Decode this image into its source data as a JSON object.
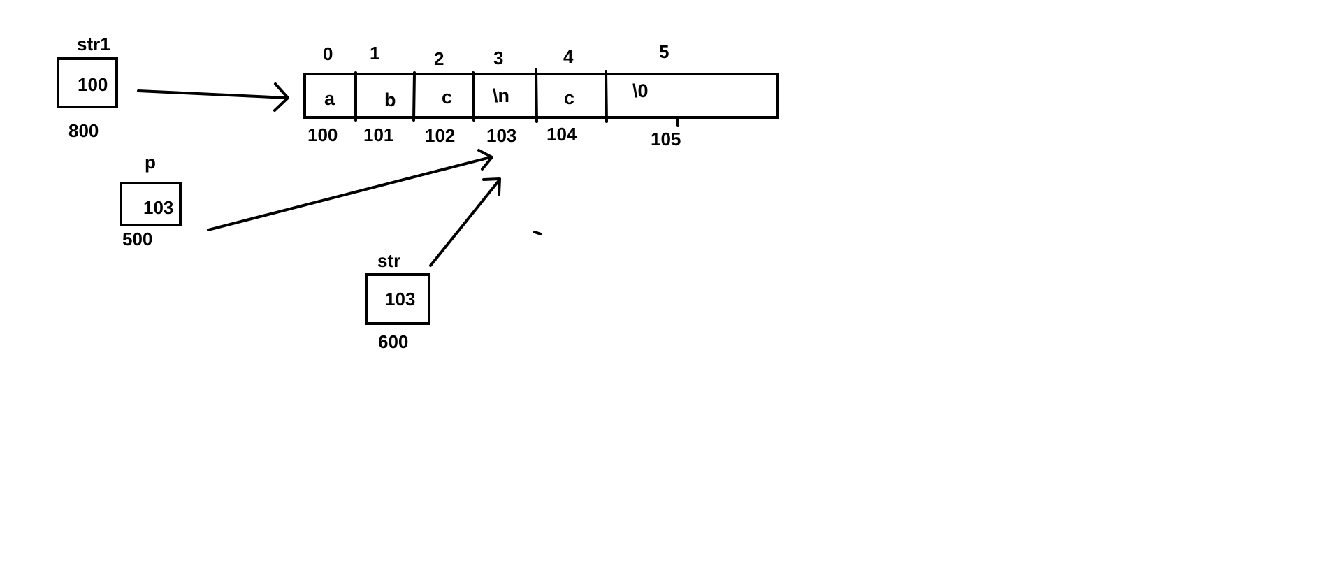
{
  "variables": [
    {
      "id": "str1",
      "name": "str1",
      "value": "100",
      "address": "800"
    },
    {
      "id": "p",
      "name": "p",
      "value": "103",
      "address": "500"
    },
    {
      "id": "str",
      "name": "str",
      "value": "103",
      "address": "600"
    }
  ],
  "array": {
    "indices": [
      "0",
      "1",
      "2",
      "3",
      "4",
      "5"
    ],
    "cells": [
      "a",
      "b",
      "c",
      "\\n",
      "c",
      "\\0"
    ],
    "addresses": [
      "100",
      "101",
      "102",
      "103",
      "104",
      "105"
    ]
  }
}
